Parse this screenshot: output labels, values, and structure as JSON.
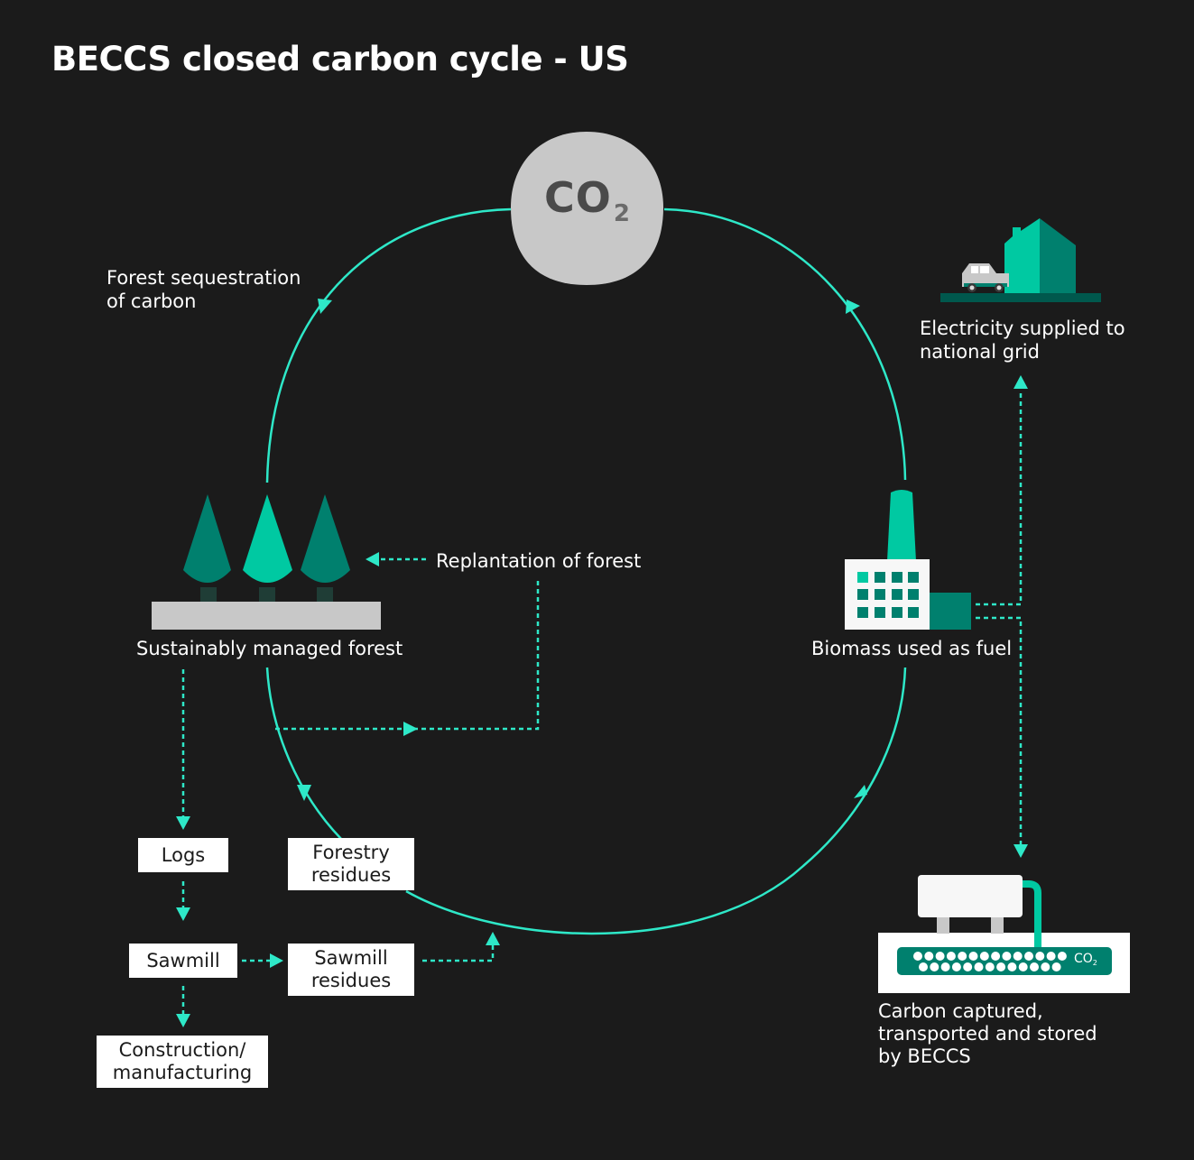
{
  "title": "BECCS closed carbon cycle - US",
  "colors": {
    "background": "#1b1b1b",
    "cycle_line": "#2ee8c8",
    "tree_dark": "#00806e",
    "tree_light": "#00c9a2",
    "ground": "#c8c8c8",
    "box": "#ffffff"
  },
  "center_node": {
    "main": "CO",
    "subscript": "2"
  },
  "labels": {
    "forest_sequestration": [
      "Forest sequestration",
      "of carbon"
    ],
    "electricity": [
      "Electricity supplied to",
      "national grid"
    ],
    "replantation": "Replantation of forest",
    "sustainable_forest": "Sustainably managed forest",
    "biomass_fuel": "Biomass used as fuel",
    "carbon_captured": [
      "Carbon captured,",
      "transported and stored",
      "by BECCS"
    ]
  },
  "boxes": {
    "logs": [
      "Logs"
    ],
    "forestry_residues": [
      "Forestry",
      "residues"
    ],
    "sawmill": [
      "Sawmill"
    ],
    "sawmill_residues": [
      "Sawmill",
      "residues"
    ],
    "construction": [
      "Construction/",
      "manufacturing"
    ]
  },
  "storage_label": {
    "main": "CO",
    "subscript": "2"
  }
}
